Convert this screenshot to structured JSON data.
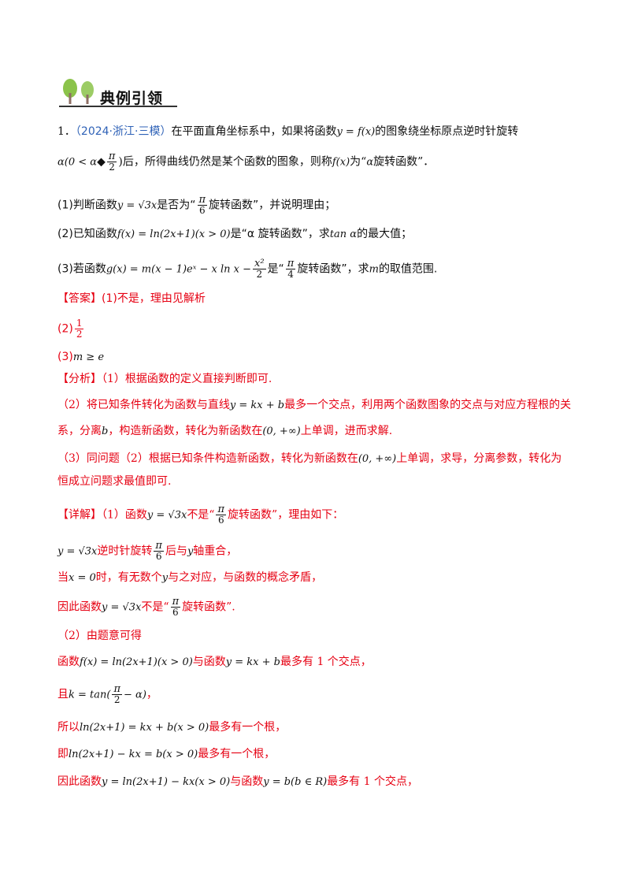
{
  "header": {
    "title": "典例引领"
  },
  "q": {
    "num": "1．",
    "src": "（2024·浙江·三模）",
    "stem1a": "在平面直角坐标系中，如果将函数",
    "fx": "y = f(x)",
    "stem1b": "的图象绕坐标原点逆时针旋转",
    "alpha_range_a": "α(0 < α",
    "alpha_range_b": "",
    "pi": "π",
    "two": "2",
    "stem2a": ")后，所得曲线仍然是某个函数的图象，则称",
    "fx2": "f(x)",
    "stem2b": "为“",
    "alpha": "α",
    "stem2c": "旋转函数”．",
    "p1a": "(1)判断函数",
    "p1f": "y = √3x",
    "p1b": "是否为“",
    "six": "6",
    "p1c": "旋转函数”，并说明理由；",
    "p2a": "(2)已知函数",
    "p2f": "f(x) = ln(2x+1)(x > 0)",
    "p2b": "是“α 旋转函数”，求",
    "p2t": "tan α",
    "p2c": "的最大值；",
    "p3a": "(3)若函数",
    "p3f": "g(x) = m(x − 1)eˣ − x ln x −",
    "x2": "x²",
    "p3b": "是“",
    "four": "4",
    "p3c": "旋转函数”，求",
    "p3m": "m",
    "p3d": "的取值范围."
  },
  "answer": {
    "label": "【答案】",
    "a1": "(1)不是，理由见解析",
    "a2": "(2)",
    "half_n": "1",
    "half_d": "2",
    "a3": "(3)",
    "a3f": "m ≥ e"
  },
  "analysis": {
    "label": "【分析】",
    "s1": "（1）根据函数的定义直接判断即可.",
    "s2a": "（2）将已知条件转化为函数与直线",
    "s2f": "y = kx + b",
    "s2b": "最多一个交点，利用两个函数图象的交点与对应方程根的关",
    "s2c": "系，分离",
    "s2d": "b",
    "s2e": "，构造新函数，转化为新函数在",
    "interval": "(0, +∞)",
    "s2g": "上单调，进而求解.",
    "s3a": "（3）同问题（2）根据已知条件构造新函数，转化为新函数在",
    "s3b": "上单调，求导，分离参数，转化为",
    "s3c": "恒成立问题求最值即可."
  },
  "detail": {
    "label": "【详解】",
    "d1a": "（1）函数",
    "d1f": "y = √3x",
    "d1b": "不是“",
    "d1c": "旋转函数”，理由如下：",
    "d2f": "y = √3x",
    "d2a": "逆时针旋转",
    "d2b": "后与",
    "d2y": "y",
    "d2c": "轴重合，",
    "d3a": "当",
    "d3f": "x = 0",
    "d3b": "时，有无数个",
    "d3y": "y",
    "d3c": "与之对应，与函数的概念矛盾，",
    "d4a": "因此函数",
    "d4f": "y = √3x",
    "d4b": "不是“",
    "d4c": "旋转函数”.",
    "d5": "（2）由题意可得",
    "d6a": "函数",
    "d6f": "f(x) = ln(2x+1)(x > 0)",
    "d6b": "与函数",
    "d6g": "y = kx + b",
    "d6c": "最多有 1 个交点，",
    "d7a": "且",
    "d7f": "k = tan(",
    "d7g": "− α)",
    "d7b": "，",
    "d8a": "所以",
    "d8f": "ln(2x+1) = kx + b(x > 0)",
    "d8b": "最多有一个根，",
    "d9a": "即",
    "d9f": "ln(2x+1) − kx = b(x > 0)",
    "d9b": "最多有一个根，",
    "d10a": "因此函数",
    "d10f": "y = ln(2x+1) − kx(x > 0)",
    "d10b": "与函数",
    "d10g": "y = b(b ∈ R)",
    "d10c": "最多有 1 个交点，"
  },
  "colors": {
    "red": "#e60012",
    "blue": "#2f62b7",
    "tree_green": "#7cb342",
    "tree_trunk": "#8d6e63"
  }
}
